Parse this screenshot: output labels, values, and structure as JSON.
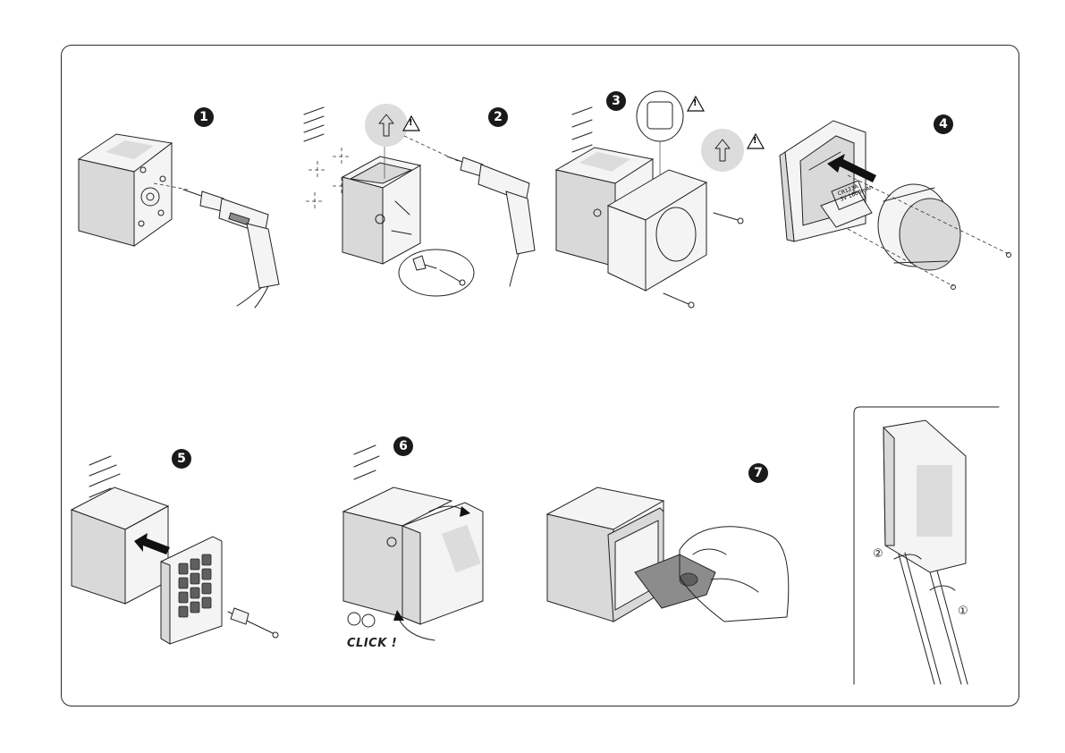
{
  "steps": [
    {
      "number": "1"
    },
    {
      "number": "2"
    },
    {
      "number": "3"
    },
    {
      "number": "4"
    },
    {
      "number": "5"
    },
    {
      "number": "6"
    },
    {
      "number": "7"
    }
  ],
  "step6": {
    "click_text": "CLICK !"
  },
  "inset": {
    "marker_1": "①",
    "marker_2": "②"
  },
  "battery": {
    "line1": "CR123A",
    "line2": "3V 1600mAh"
  },
  "warning_symbol": "!",
  "colors": {
    "line": "#222222",
    "accent_badge": "#1a1a1a",
    "shade": "#dcdcdc"
  }
}
